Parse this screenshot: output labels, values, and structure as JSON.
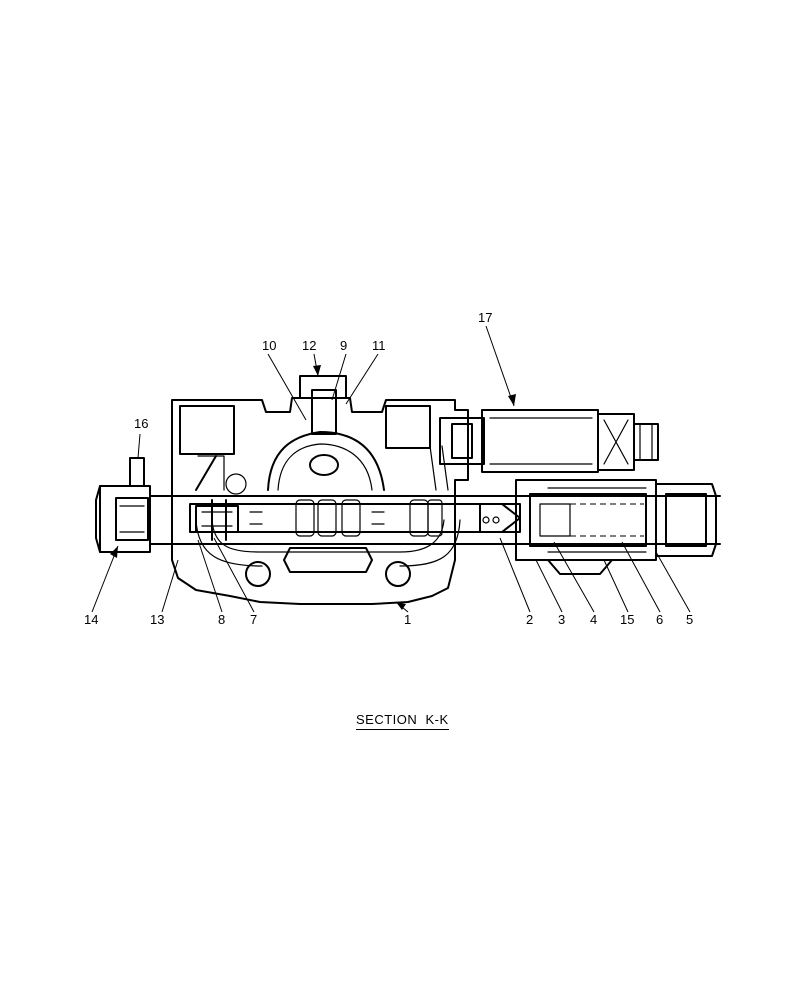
{
  "caption": "SECTION  K-K",
  "callouts": [
    {
      "id": "1",
      "label": "1"
    },
    {
      "id": "2",
      "label": "2"
    },
    {
      "id": "3",
      "label": "3"
    },
    {
      "id": "4",
      "label": "4"
    },
    {
      "id": "5",
      "label": "5"
    },
    {
      "id": "6",
      "label": "6"
    },
    {
      "id": "7",
      "label": "7"
    },
    {
      "id": "8",
      "label": "8"
    },
    {
      "id": "9",
      "label": "9"
    },
    {
      "id": "10",
      "label": "10"
    },
    {
      "id": "11",
      "label": "11"
    },
    {
      "id": "12",
      "label": "12"
    },
    {
      "id": "13",
      "label": "13"
    },
    {
      "id": "14",
      "label": "14"
    },
    {
      "id": "15",
      "label": "15"
    },
    {
      "id": "16",
      "label": "16"
    },
    {
      "id": "17",
      "label": "17"
    }
  ]
}
